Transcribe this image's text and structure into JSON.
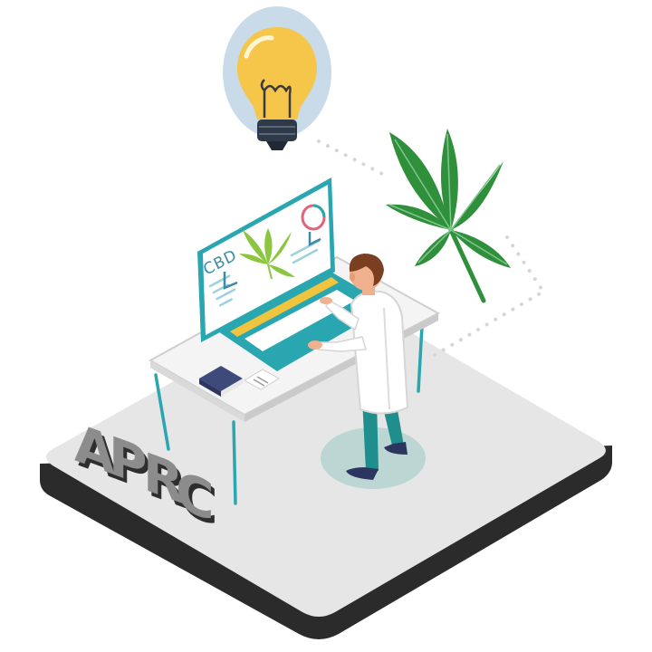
{
  "screen": {
    "label": "CBD"
  },
  "logo": {
    "letters": [
      "A",
      "P",
      "R",
      "C"
    ]
  },
  "colors": {
    "platform_top": "#e6e6e6",
    "platform_side": "#2b2b2b",
    "teal": "#2aa6b0",
    "leaf_green": "#2f8f3a",
    "bulb_yellow": "#f6c64a",
    "bulb_halo": "#c9dbe8",
    "coat_white": "#ffffff",
    "pants_teal": "#1f8e8c",
    "hair_brown": "#7a3e21"
  }
}
